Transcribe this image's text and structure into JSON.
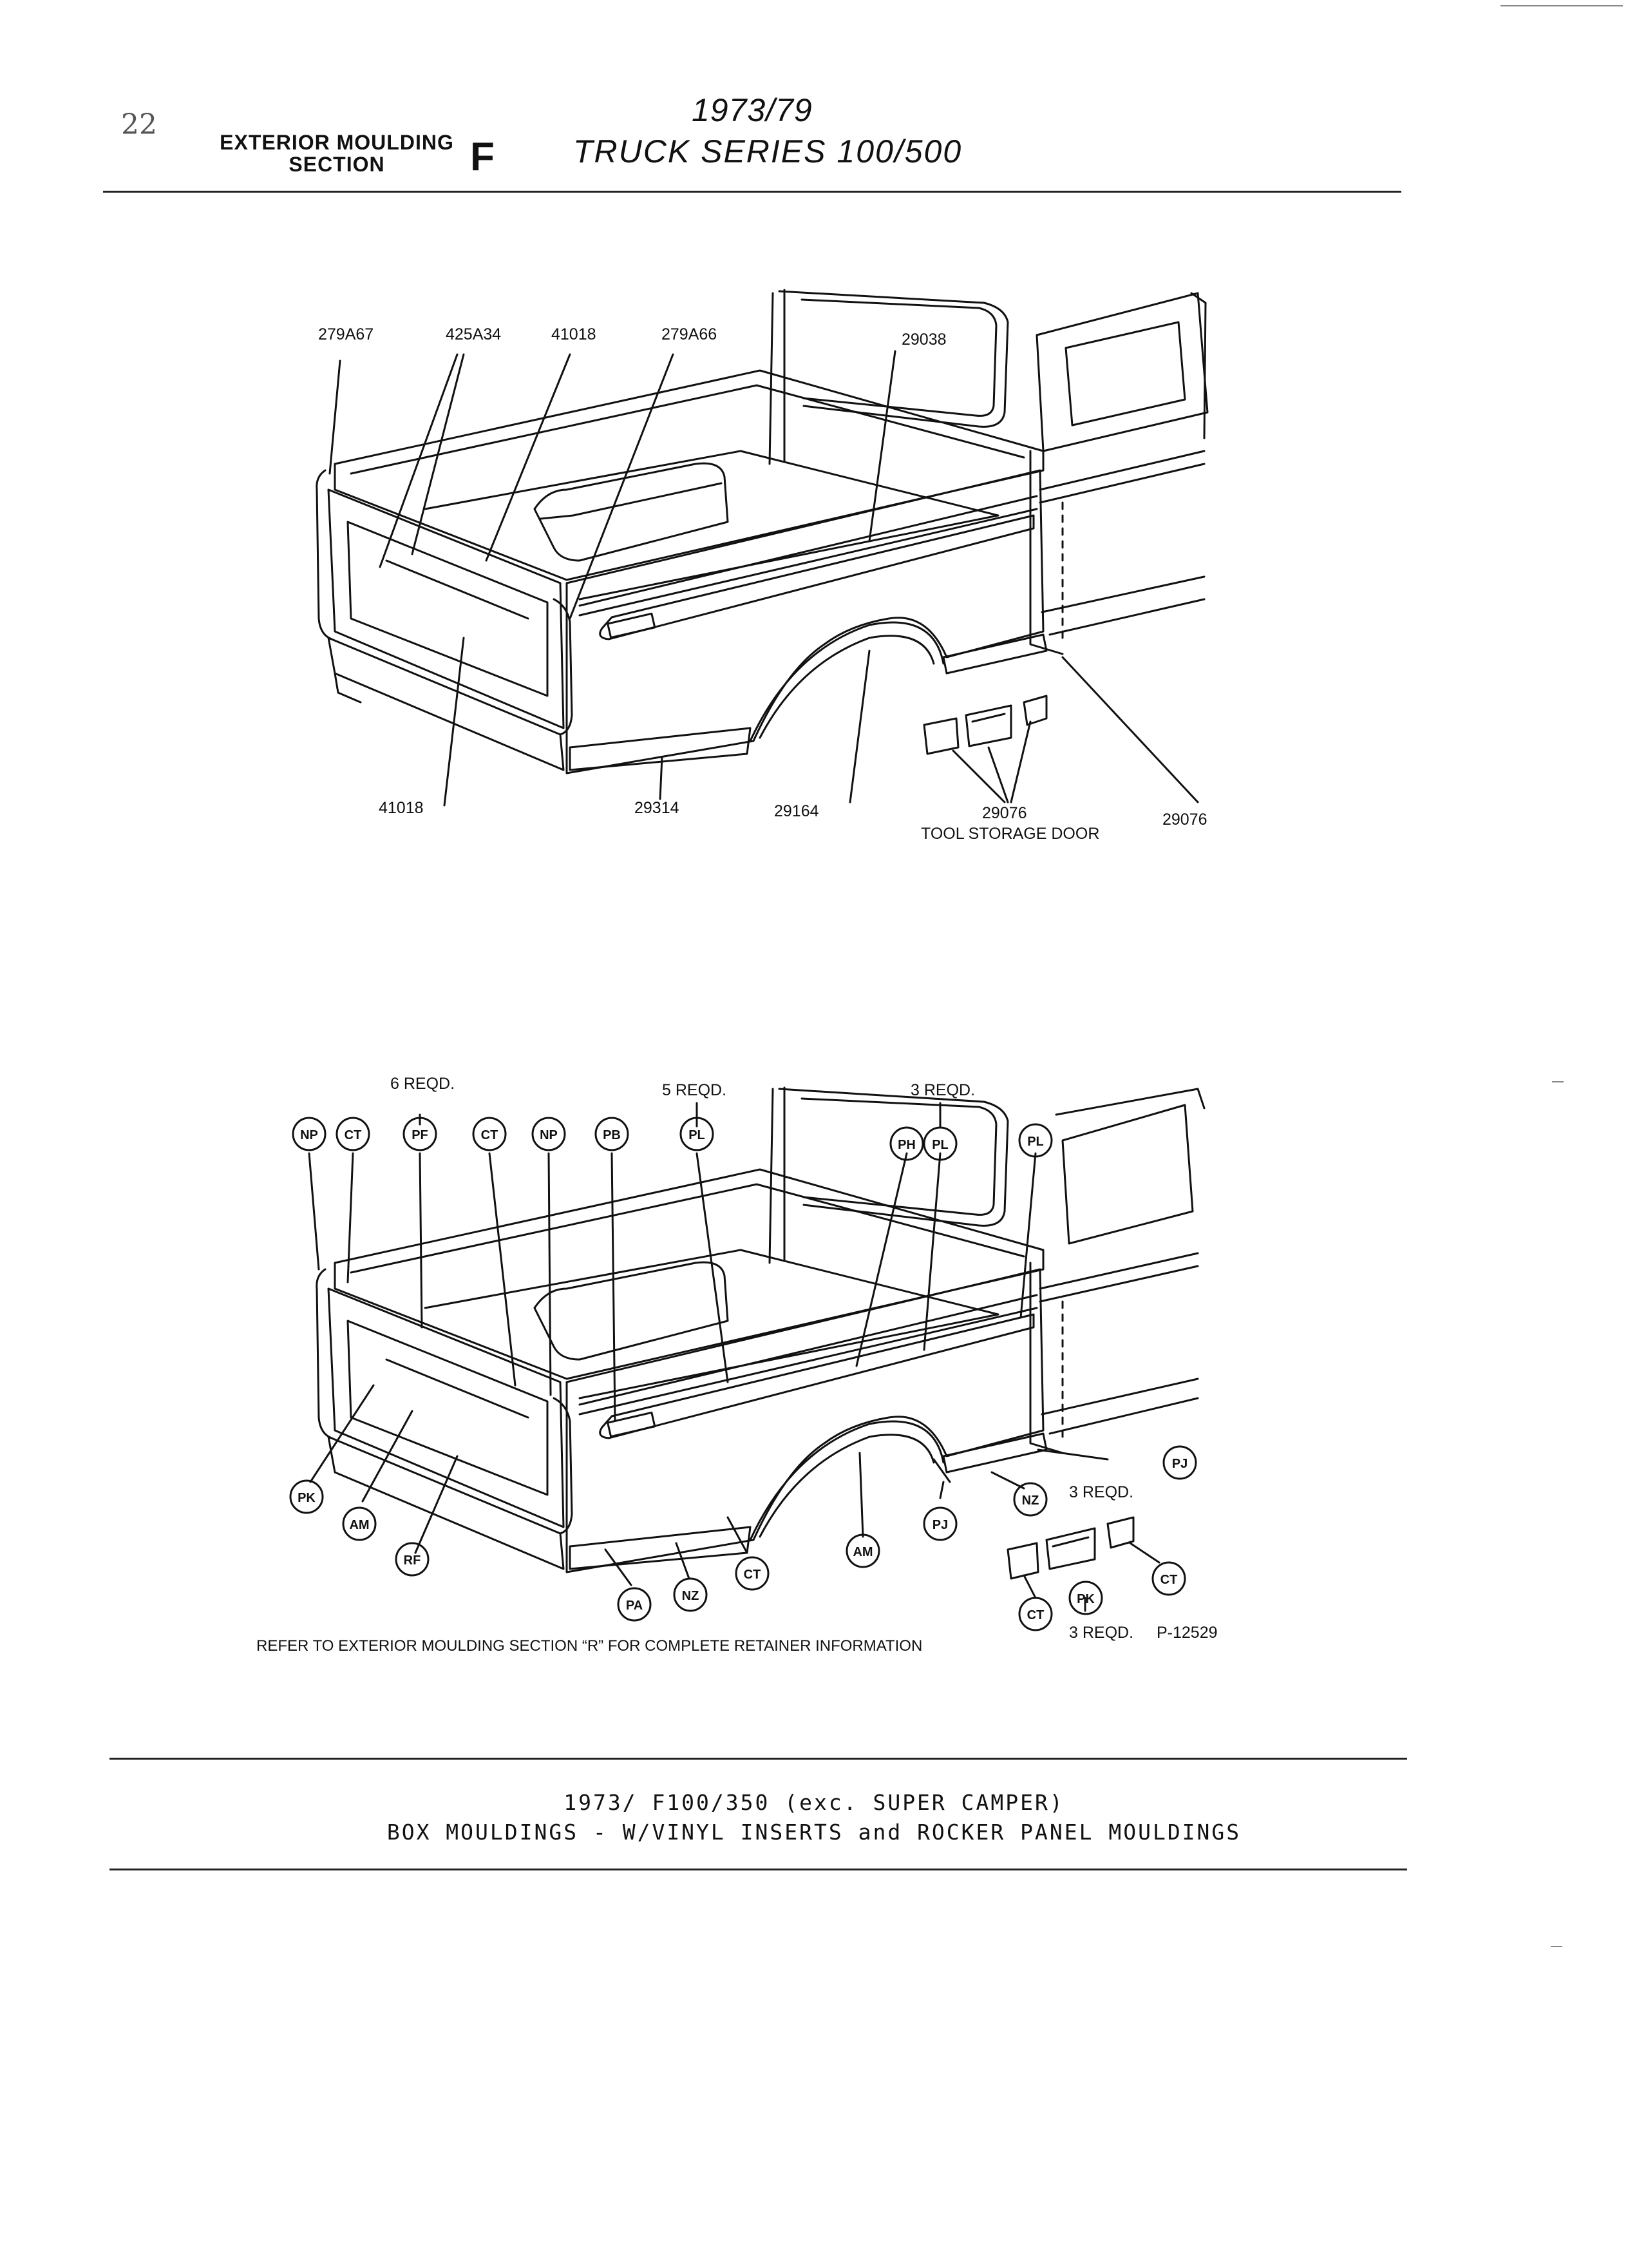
{
  "header": {
    "page_number": "22",
    "section_title_line1": "EXTERIOR MOULDING",
    "section_title_line2": "SECTION",
    "section_letter": "F",
    "years": "1973/79",
    "series": "TRUCK SERIES 100/500"
  },
  "diagram1": {
    "callouts": [
      "279A67",
      "425A34",
      "41018",
      "279A66",
      "29038",
      "41018",
      "29314",
      "29164",
      "29076",
      "29076"
    ],
    "tool_storage_label": "TOOL STORAGE DOOR"
  },
  "diagram2": {
    "top_circles": [
      "NP",
      "CT",
      "PF",
      "CT",
      "NP",
      "PB",
      "PL",
      "PH",
      "PL",
      "PL"
    ],
    "reqd_labels": [
      "6 REQD.",
      "5 REQD.",
      "3 REQD.",
      "3 REQD.",
      "3 REQD."
    ],
    "bottom_circles": [
      "PK",
      "AM",
      "RF",
      "PA",
      "NZ",
      "CT",
      "AM",
      "PJ",
      "NZ",
      "PJ",
      "CT",
      "CT",
      "PK"
    ],
    "figure_number": "P-12529",
    "retainer_note": "REFER TO EXTERIOR MOULDING SECTION “R” FOR COMPLETE RETAINER INFORMATION"
  },
  "footer": {
    "caption_line1": "1973/   F100/350 (exc. SUPER CAMPER)",
    "caption_line2": "BOX MOULDINGS - W/VINYL INSERTS and ROCKER PANEL MOULDINGS"
  }
}
